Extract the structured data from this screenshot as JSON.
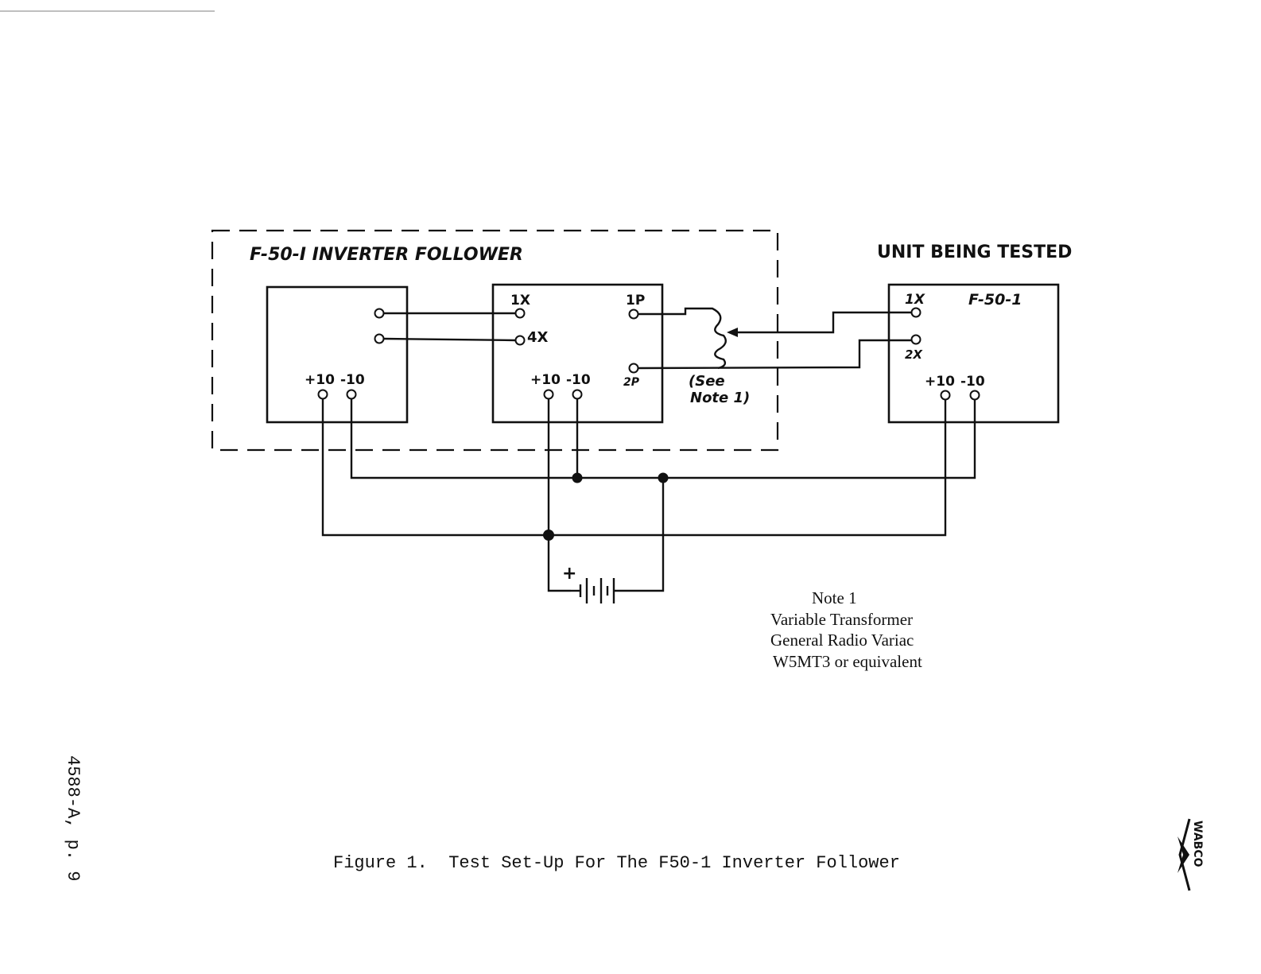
{
  "diagram": {
    "inverter_follower_title": "F-50-I  INVERTER  FOLLOWER",
    "unit_title": "UNIT BEING TESTED",
    "unit_model": "F-50-1",
    "labels": {
      "left_plus": "+10",
      "left_minus": "-10",
      "mid_1x": "1X",
      "mid_4x": "4X",
      "mid_1p": "1P",
      "mid_2p": "2P",
      "mid_plus": "+10",
      "mid_minus": "-10",
      "unit_1x": "1X",
      "unit_2x": "2X",
      "unit_plus": "+10",
      "unit_minus": "-10",
      "see_note_1": "(See",
      "see_note_2": "Note 1)",
      "battery_plus": "+"
    }
  },
  "note": {
    "heading": "Note 1",
    "line1": "Variable Transformer",
    "line2": "General Radio Variac",
    "line3": "W5MT3 or equivalent"
  },
  "caption": "Figure 1.  Test Set-Up For The F50-1 Inverter Follower",
  "page_ref": "4588-A, p. 9",
  "logo_text": "WABCO"
}
